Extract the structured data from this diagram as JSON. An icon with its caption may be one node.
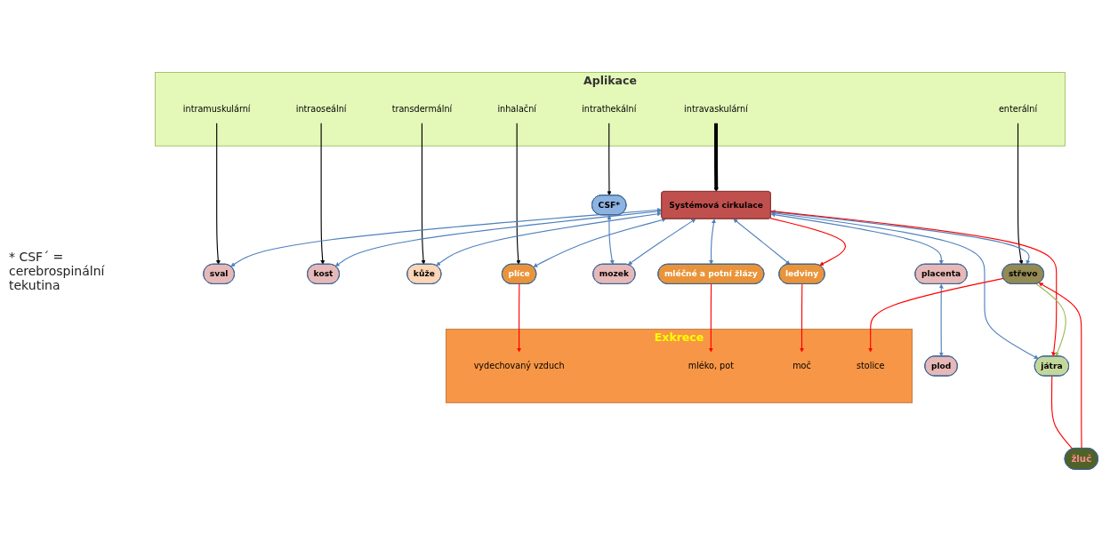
{
  "diagram": {
    "nodes": [
      {
        "text": [
          "Aplikace"
        ]
      },
      {
        "text": [
          "inhalační"
        ],
        "in": 0
      },
      {
        "text": [
          "intramuskulární"
        ],
        "in": 0
      },
      {
        "text": [
          "intrathekální"
        ],
        "in": 0
      },
      {
        "text": [
          "intraoseální"
        ],
        "in": 0
      },
      {
        "text": [
          "intravaskulární"
        ],
        "in": 0
      },
      {
        "text": [
          "transdermální"
        ],
        "in": 0
      },
      {
        "text": [
          "enterální"
        ],
        "in": 0
      },
      {
        "text": [
          "CSF*"
        ]
      },
      {
        "text": [
          "sval"
        ]
      },
      {
        "text": [
          "kost"
        ]
      },
      {
        "text": [
          "kůže"
        ]
      },
      {
        "text": [
          "střevo"
        ]
      },
      {
        "text": [
          "mozek"
        ]
      },
      {
        "text": [
          "Systémová cirkulace"
        ]
      },
      {
        "text": [
          "játra"
        ]
      },
      {
        "text": [
          "plíce"
        ]
      },
      {
        "text": [
          "placenta"
        ]
      },
      {
        "text": [
          "plod"
        ]
      },
      {
        "text": [
          "mléčné a potní žlázy"
        ]
      },
      {
        "text": [
          "žluč"
        ]
      },
      {
        "text": [
          "ledviny"
        ]
      },
      {
        "text": [
          "Exkrece"
        ]
      },
      {
        "text": [
          "vydechovaný vzduch"
        ],
        "in": 22
      },
      {
        "text": [
          "mléko, pot"
        ],
        "in": 22
      },
      {
        "text": [
          "moč"
        ],
        "in": 22
      },
      {
        "text": [
          "stolice"
        ],
        "in": 22
      }
    ],
    "edges": [
      {
        "from": 1,
        "to": 16,
        "arrow": "to",
        "color": "#000000"
      },
      {
        "from": 3,
        "to": 8,
        "arrow": "to",
        "color": "#000000"
      },
      {
        "from": 2,
        "to": 9,
        "arrow": "to",
        "color": "#000000"
      },
      {
        "from": 4,
        "to": 10,
        "arrow": "to",
        "color": "#000000"
      },
      {
        "from": 5,
        "to": 14,
        "arrow": "to",
        "style": "thick",
        "color": "#000000"
      },
      {
        "from": 6,
        "to": 11,
        "arrow": "to",
        "color": "#000000"
      },
      {
        "from": 7,
        "to": 12,
        "arrow": "to",
        "color": "#000000"
      },
      {
        "from": 8,
        "to": 13,
        "arrow": "both"
      },
      {
        "from": 14,
        "to": 9,
        "arrow": "both"
      },
      {
        "from": 14,
        "to": 10,
        "arrow": "both"
      },
      {
        "from": 14,
        "to": 11,
        "arrow": "both"
      },
      {
        "from": 14,
        "to": 12,
        "arrow": "both"
      },
      {
        "from": 14,
        "to": 13,
        "arrow": "both"
      },
      {
        "from": 14,
        "to": 15,
        "arrow": "both"
      },
      {
        "from": 14,
        "to": 15,
        "arrow": "to",
        "color": "#ff0000"
      },
      {
        "from": 14,
        "to": 16,
        "arrow": "both"
      },
      {
        "from": 14,
        "to": 17,
        "arrow": "both"
      },
      {
        "from": 17,
        "to": 18,
        "arrow": "both"
      },
      {
        "from": 14,
        "to": 19,
        "arrow": "both"
      },
      {
        "from": 14,
        "to": 21,
        "arrow": "both"
      },
      {
        "from": 14,
        "to": 21,
        "arrow": "to",
        "color": "#ff0000"
      },
      {
        "from": 12,
        "to": 15,
        "arrow": "to",
        "color": "#9bbb59"
      },
      {
        "from": 15,
        "to": 20,
        "arrow": "none",
        "color": "#ff0000"
      },
      {
        "from": 20,
        "to": 12,
        "arrow": "to",
        "color": "#ff0000"
      },
      {
        "from": 16,
        "to": 23,
        "arrow": "to",
        "color": "#ff0000"
      },
      {
        "from": 19,
        "to": 24,
        "arrow": "to",
        "color": "#ff0000"
      },
      {
        "from": 21,
        "to": 25,
        "arrow": "to",
        "color": "#ff0000"
      },
      {
        "from": 12,
        "to": 26,
        "arrow": "to",
        "color": "#ff0000"
      }
    ],
    "labels": [
      "* CSF´ = cerebrospinální tekutina"
    ]
  }
}
